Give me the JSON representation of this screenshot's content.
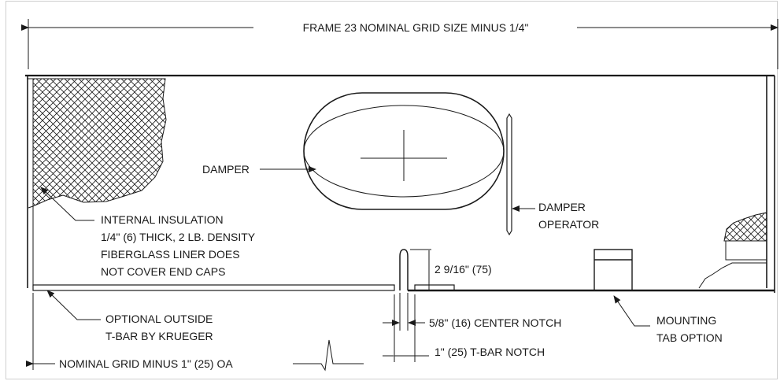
{
  "labels": {
    "frame_width": "FRAME 23 NOMINAL GRID SIZE MINUS 1/4\"",
    "damper": "DAMPER",
    "damper_operator": [
      "DAMPER",
      "OPERATOR"
    ],
    "internal_insulation": [
      "INTERNAL INSULATION",
      "1/4\" (6) THICK, 2 LB. DENSITY",
      "FIBERGLASS LINER DOES",
      "NOT COVER END CAPS"
    ],
    "notch_height": "2 9/16\" (75)",
    "optional_tbar": [
      "OPTIONAL OUTSIDE",
      "T-BAR BY KRUEGER"
    ],
    "center_notch": "5/8\" (16) CENTER NOTCH",
    "mounting_tab": [
      "MOUNTING",
      "TAB OPTION"
    ],
    "nominal_grid": "NOMINAL GRID MINUS 1\" (25) OA",
    "tbar_notch": "1\" (25) T-BAR NOTCH"
  },
  "colors": {
    "line": "#1a1a1a",
    "background": "#ffffff",
    "panel_border": "#cfcfcf"
  }
}
